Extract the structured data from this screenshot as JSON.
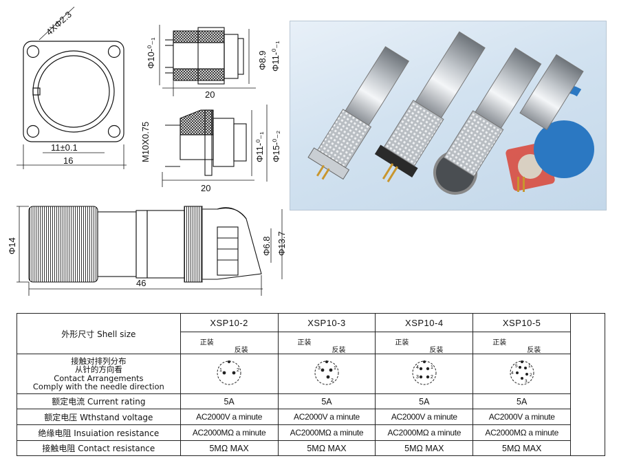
{
  "dimensions": {
    "flange_holes": "4XΦ2.3",
    "flange_inner": "11±0.1",
    "flange_width": "16",
    "plug_d10": "Φ10-⁰₋₁",
    "plug_d8_9": "Φ8.9",
    "plug_d11": "Φ11-⁰₋₁",
    "plug_len": "20",
    "receptacle_thread": "M10X0.75",
    "receptacle_d11": "Φ11-⁰₋₁",
    "receptacle_d15": "Φ15-⁰₋₂",
    "receptacle_len": "20",
    "cable_d14": "Φ14",
    "cable_d6_8": "Φ6.8",
    "cable_d13_7": "Φ13.7",
    "cable_len": "46"
  },
  "table": {
    "shell_size_label": "外形尺寸 Shell size",
    "models": [
      "XSP10-2",
      "XSP10-3",
      "XSP10-4",
      "XSP10-5"
    ],
    "front_label": "正装",
    "back_label": "反装",
    "contact_label_cn1": "接触对排列分布",
    "contact_label_cn2": "从针的方向看",
    "contact_label_en1": "Contact Arrangements",
    "contact_label_en2": "Comply with the needle direction",
    "pin_layouts": [
      [
        "1",
        "2"
      ],
      [
        "3",
        "1",
        "2"
      ],
      [
        "4",
        "1",
        "3",
        "2"
      ],
      [
        "5",
        "1",
        "4",
        "2",
        "3"
      ]
    ],
    "rows": [
      {
        "label": "额定电流 Current rating",
        "values": [
          "5A",
          "5A",
          "5A",
          "5A"
        ]
      },
      {
        "label": "额定电压 Wthstand voltage",
        "values": [
          "AC2000V a minute",
          "AC2000V a minute",
          "AC2000V a minute",
          "AC2000V a minute"
        ]
      },
      {
        "label": "绝缘电阻 Insuiation resistance",
        "values": [
          "AC2000MΩ a minute",
          "AC2000MΩ a minute",
          "AC2000MΩ a minute",
          "AC2000MΩ a minute"
        ]
      },
      {
        "label": "接触电阻 Contact resistance",
        "values": [
          "5MΩ MAX",
          "5MΩ MAX",
          "5MΩ MAX",
          "5MΩ MAX"
        ]
      }
    ]
  }
}
